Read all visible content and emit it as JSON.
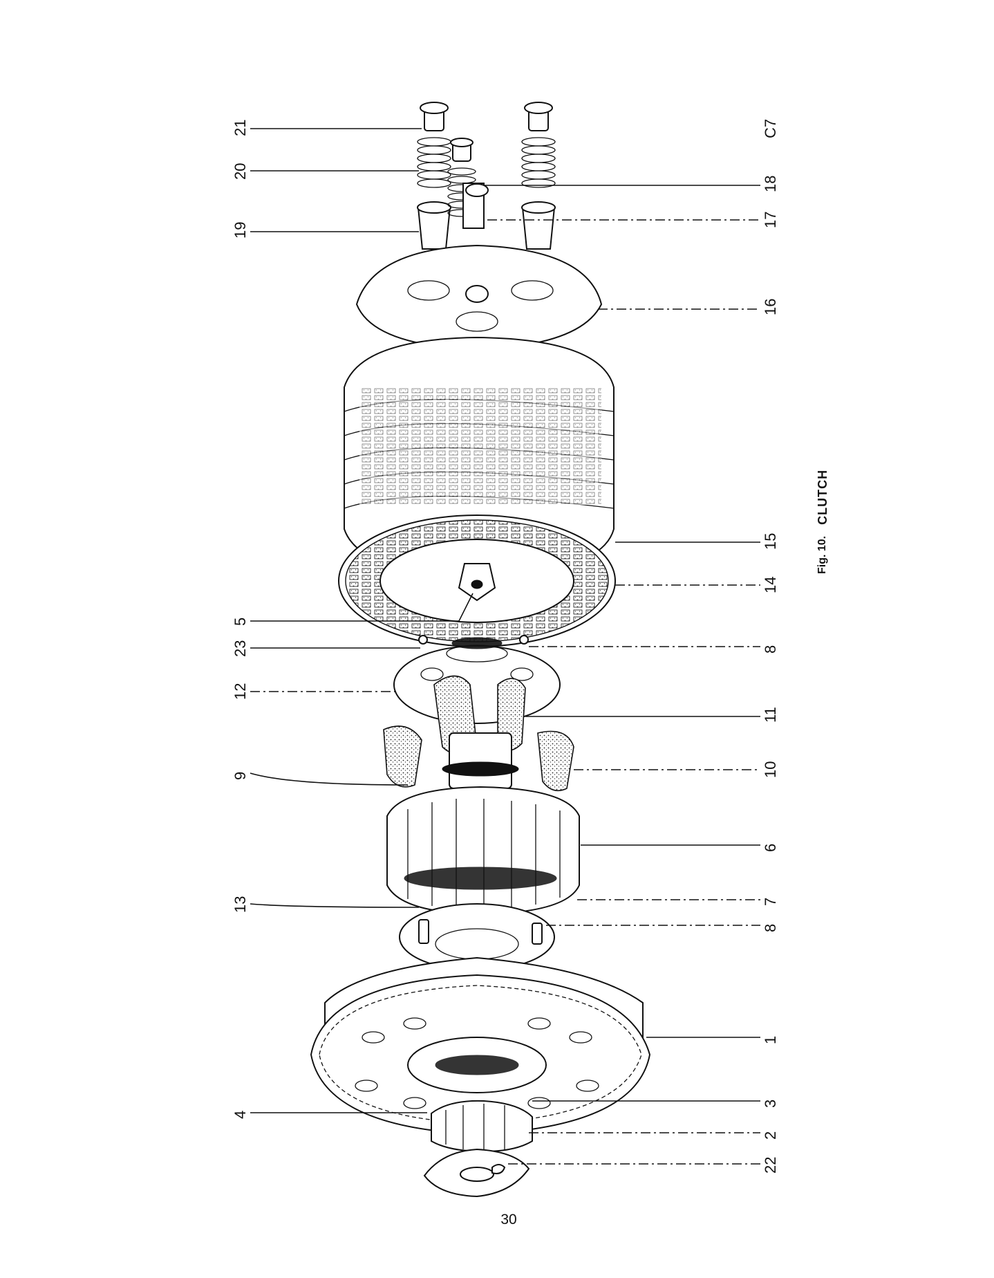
{
  "page": {
    "page_number": "30",
    "sheet_code": "C7"
  },
  "caption": {
    "figure_label": "Fig. 10.",
    "title": "CLUTCH"
  },
  "callouts": {
    "left": [
      "21",
      "20",
      "19",
      "5",
      "23",
      "12",
      "9",
      "13",
      "4"
    ],
    "right": [
      "18",
      "17",
      "16",
      "15",
      "14",
      "8",
      "11",
      "10",
      "6",
      "7",
      "8",
      "1",
      "3",
      "2",
      "22"
    ]
  }
}
